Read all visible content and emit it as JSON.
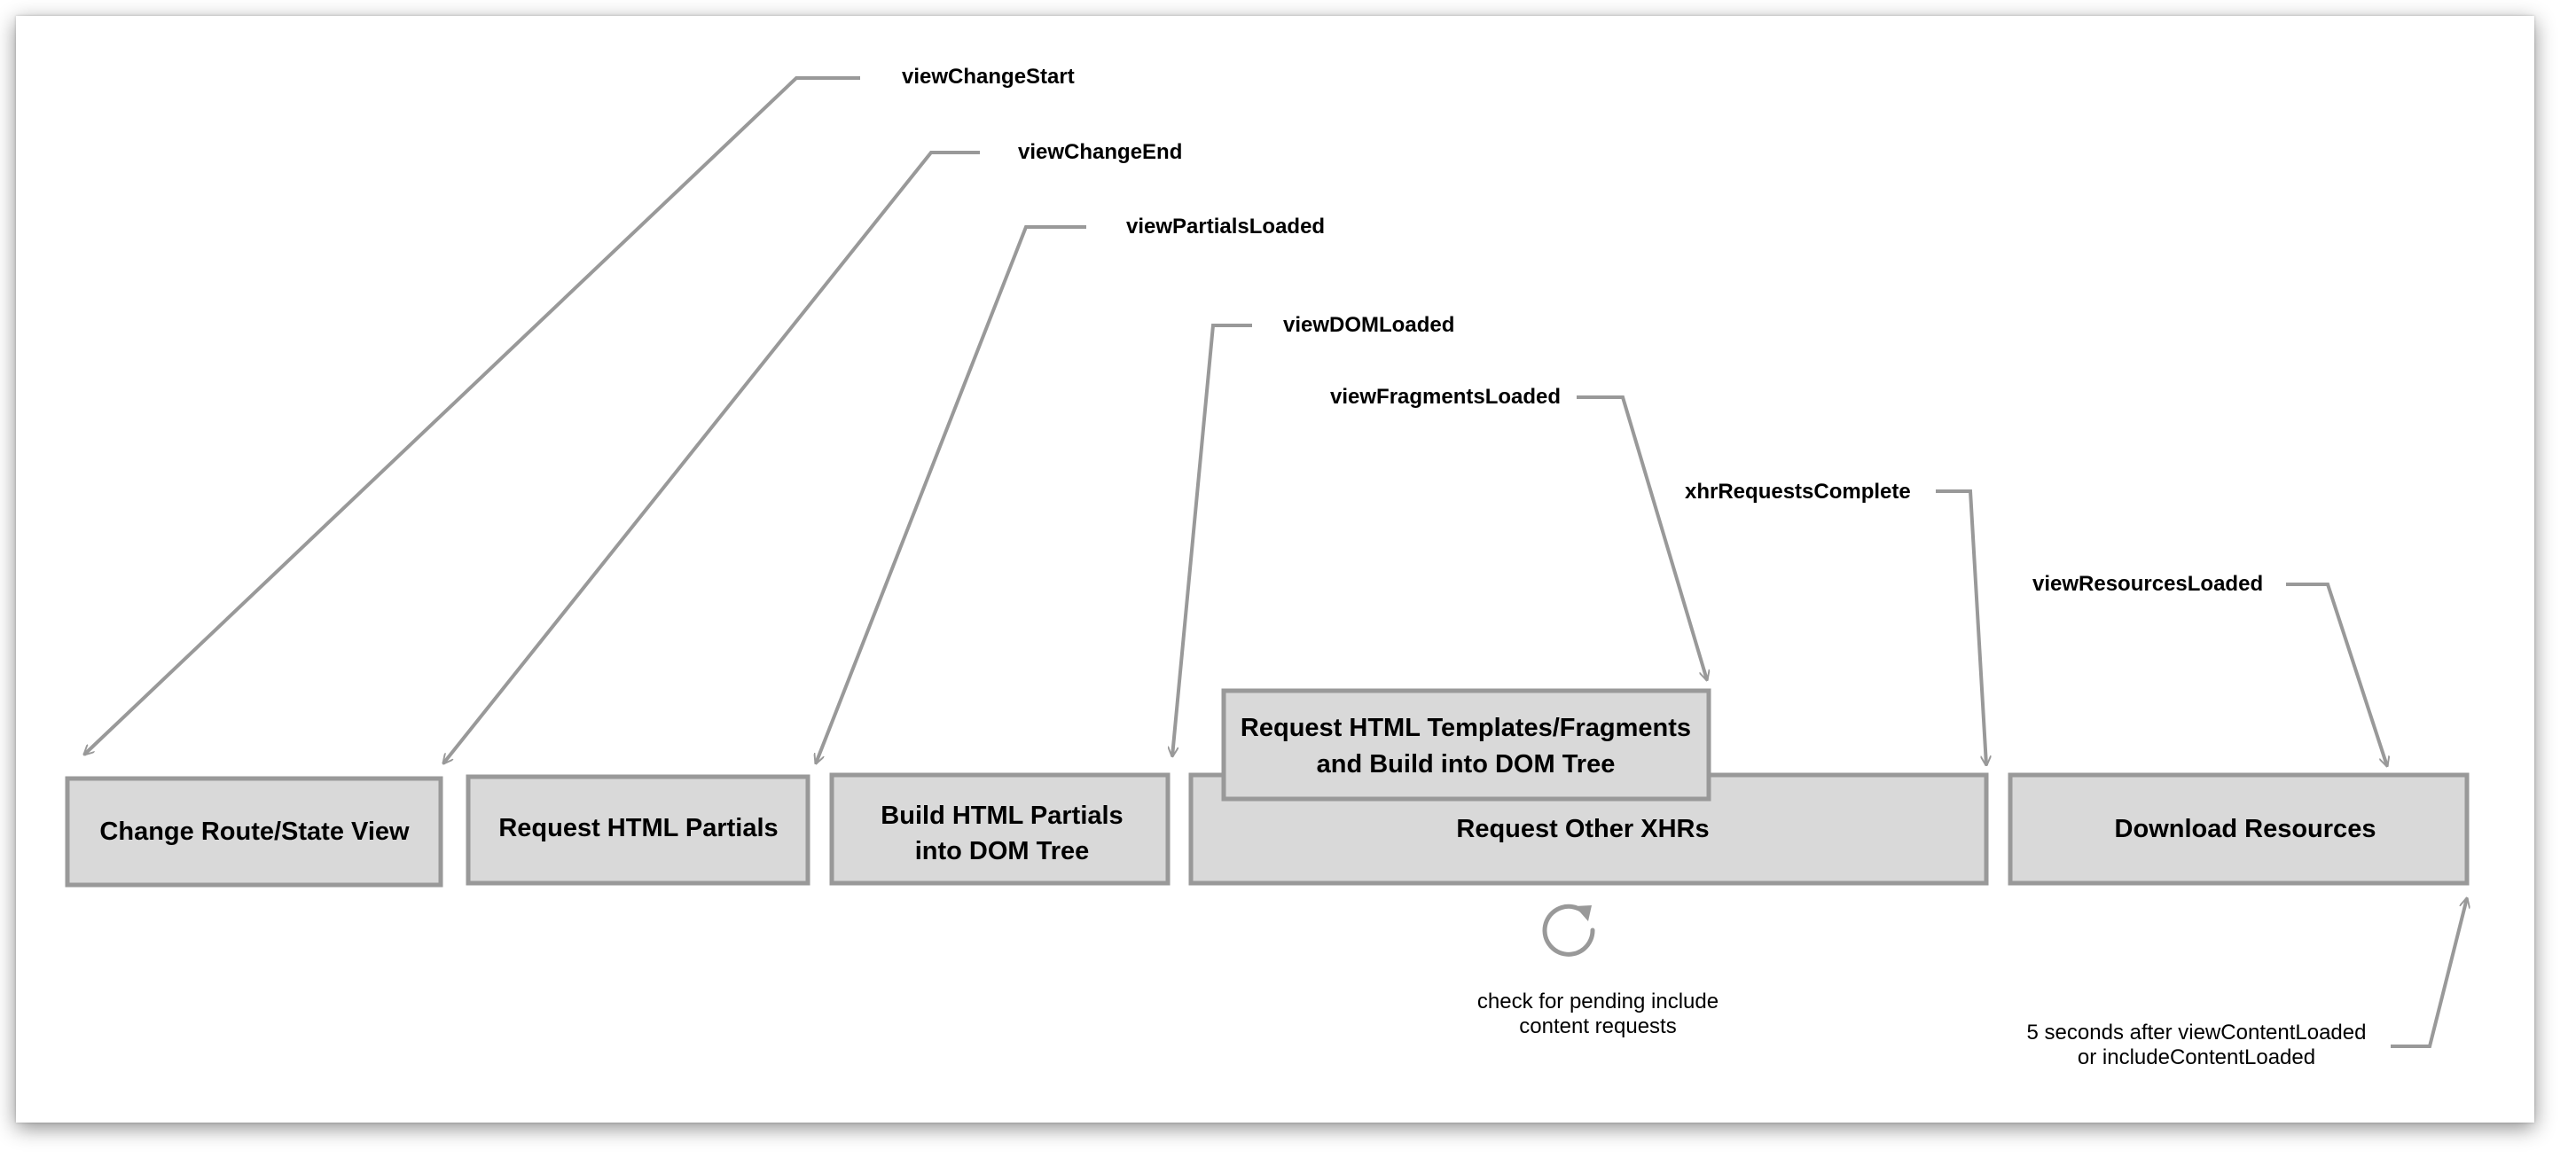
{
  "events": {
    "view_change_start": "viewChangeStart",
    "view_change_end": "viewChangeEnd",
    "view_partials_loaded": "viewPartialsLoaded",
    "view_dom_loaded": "viewDOMLoaded",
    "view_fragments_loaded": "viewFragmentsLoaded",
    "xhr_requests_complete": "xhrRequestsComplete",
    "view_resources_loaded": "viewResourcesLoaded"
  },
  "stages": {
    "change_route": "Change Route/State View",
    "request_partials": "Request HTML Partials",
    "build_partials": [
      "Build HTML Partials",
      "into DOM Tree"
    ],
    "request_fragments": [
      "Request HTML Templates/Fragments",
      "and Build into DOM Tree"
    ],
    "request_xhrs": "Request Other XHRs",
    "download_resources": "Download Resources"
  },
  "notes": {
    "pending_check": [
      "check for pending include",
      "content requests"
    ],
    "delay": [
      "5 seconds after viewContentLoaded",
      "or includeContentLoaded"
    ]
  },
  "colors": {
    "box_fill": "#d9d9d9",
    "box_stroke": "#999999",
    "connector": "#999999"
  },
  "icons": {
    "loop": "circular-arrow-icon"
  }
}
